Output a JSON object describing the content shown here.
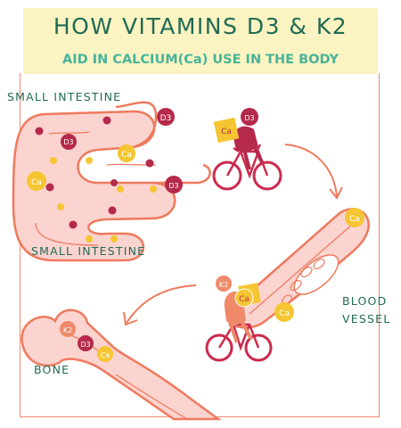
{
  "header": {
    "title": "HOW VITAMINS D3 & K2",
    "subtitle": "AID IN CALCIUM(Ca) USE IN THE BODY"
  },
  "labels": {
    "intestine_top": "SMALL INTESTINE",
    "intestine_bottom": "SMALL INTESTINE",
    "blood_vessel_line1": "BLOOD",
    "blood_vessel_line2": "VESSEL",
    "bone": "BONE"
  },
  "badges": {
    "d3": "D3",
    "ca": "Ca",
    "k2": "K2"
  },
  "colors": {
    "title": "#1f6b54",
    "subtitle": "#47b49b",
    "header_bg": "#fbf3c2",
    "organ_fill": "#fbd3cf",
    "organ_stroke": "#ee7a5e",
    "d3": "#b5294a",
    "ca": "#f5c632",
    "k2": "#ee8a6a",
    "bike": "#cc2a4d"
  }
}
